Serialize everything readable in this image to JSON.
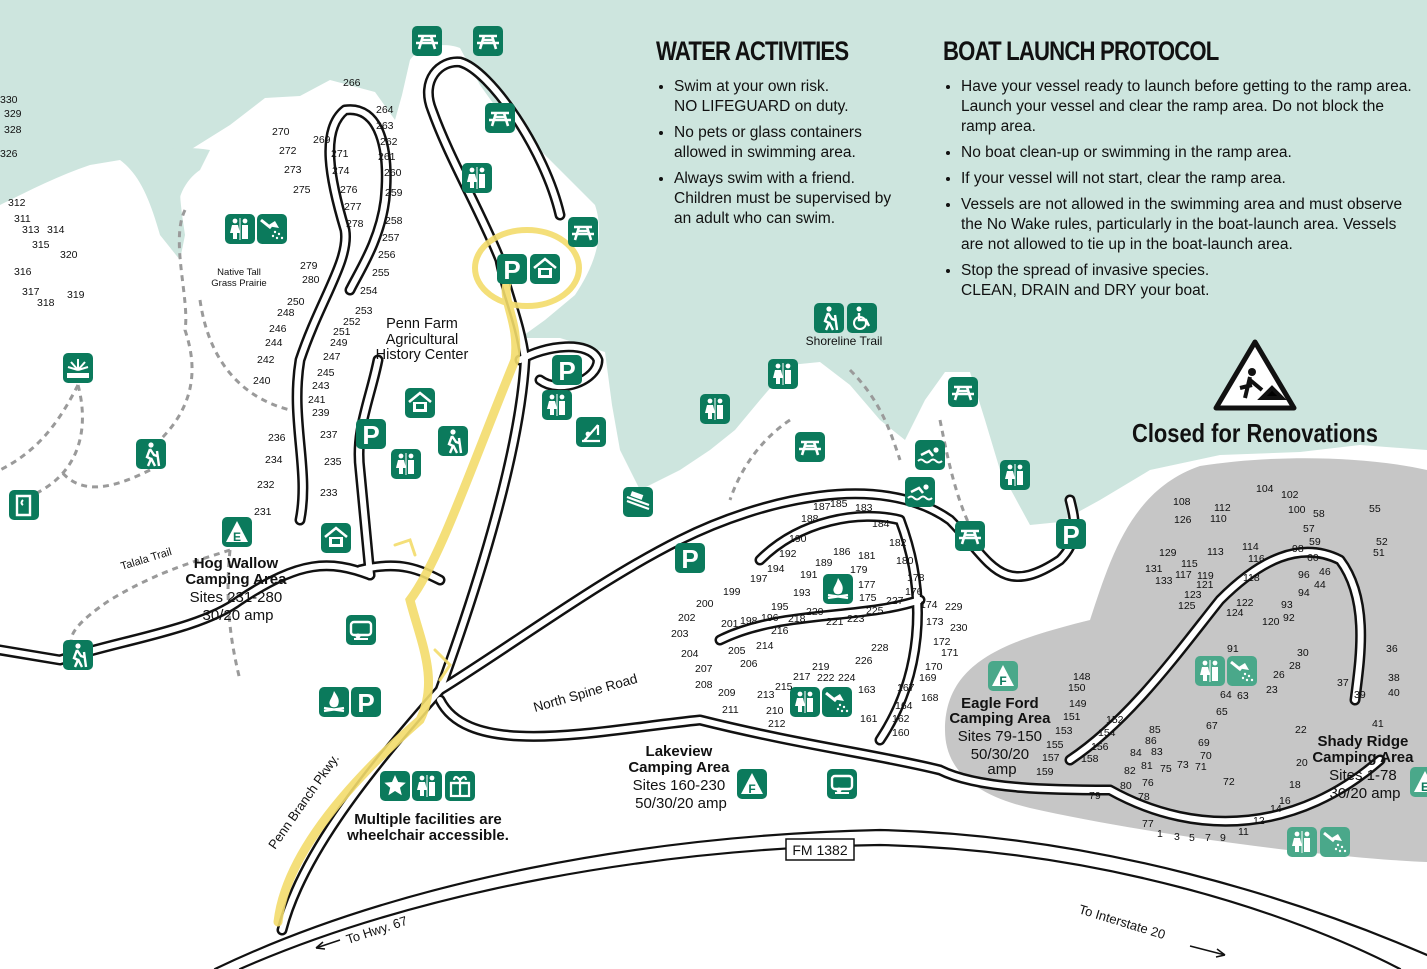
{
  "water_activities": {
    "title": "WATER ACTIVITIES",
    "items": [
      [
        "Swim at your own risk.",
        "NO LIFEGUARD on duty."
      ],
      [
        "No pets or glass containers",
        "allowed in swimming area."
      ],
      [
        "Always swim with a friend.",
        "Children must be supervised by",
        "an adult who can swim."
      ]
    ]
  },
  "boat_launch": {
    "title": "BOAT LAUNCH PROTOCOL",
    "items": [
      "Have your vessel ready to launch before getting to the ramp area.  Launch your vessel and clear the ramp area. Do not block the ramp area.",
      "No boat clean-up or swimming in the ramp area.",
      "If your vessel will not start, clear the ramp area.",
      "Vessels are not allowed in the swimming area and must observe the No Wake rules, particularly in the boat-launch area.  Vessels are not allowed to tie up in the boat-launch area.",
      [
        "Stop the spread of invasive species.",
        "CLEAN, DRAIN and DRY your boat."
      ]
    ]
  },
  "closed_notice": "Closed for Renovations",
  "labels": {
    "shoreline_trail": "Shoreline Trail",
    "prairie": [
      "Native Tall",
      "Grass Prairie"
    ],
    "penn_farm": [
      "Penn Farm",
      "Agricultural",
      "History Center"
    ],
    "talala_trail": "Talala Trail",
    "accessible": [
      "Multiple facilities are",
      "wheelchair accessible."
    ],
    "penn_branch": "Penn Branch Pkwy.",
    "north_spine": "North Spine Road",
    "fm1382": "FM 1382",
    "to_hwy67": "To Hwy. 67",
    "to_i20": "To Interstate 20"
  },
  "camping_areas": {
    "hog_wallow": [
      "Hog Wallow",
      "Camping Area",
      "Sites 231-280",
      "30/20 amp"
    ],
    "lakeview": [
      "Lakeview",
      "Camping Area",
      "Sites 160-230",
      "50/30/20 amp"
    ],
    "eagle_ford": [
      "Eagle Ford",
      "Camping Area",
      "Sites 79-150",
      "50/30/20",
      "amp"
    ],
    "shady_ridge": [
      "Shady Ridge",
      "Camping Area",
      "Sites 1-78",
      "30/20 amp"
    ]
  },
  "sites": {
    "west": [
      "330",
      "329",
      "328",
      "326",
      "312",
      "311",
      "313",
      "314",
      "315",
      "320",
      "316",
      "317",
      "318",
      "319"
    ],
    "hog_wallow": [
      "266",
      "264",
      "263",
      "262",
      "261",
      "260",
      "259",
      "258",
      "257",
      "256",
      "255",
      "254",
      "253",
      "252",
      "251",
      "249",
      "247",
      "245",
      "243",
      "241",
      "239",
      "237",
      "235",
      "233",
      "270",
      "272",
      "273",
      "275",
      "269",
      "271",
      "274",
      "276",
      "277",
      "278",
      "279",
      "280",
      "250",
      "248",
      "246",
      "244",
      "242",
      "240",
      "236",
      "234",
      "232",
      "231"
    ],
    "lakeview": [
      "188",
      "187",
      "185",
      "183",
      "184",
      "182",
      "181",
      "180",
      "179",
      "178",
      "177",
      "176",
      "175",
      "174",
      "229",
      "173",
      "230",
      "172",
      "171",
      "170",
      "169",
      "168",
      "167",
      "164",
      "162",
      "160",
      "161",
      "163",
      "190",
      "192",
      "194",
      "197",
      "199",
      "200",
      "202",
      "203",
      "204",
      "207",
      "208",
      "209",
      "211",
      "210",
      "212",
      "213",
      "215",
      "217",
      "219",
      "222",
      "224",
      "226",
      "228",
      "201",
      "198",
      "196",
      "195",
      "193",
      "191",
      "189",
      "186",
      "205",
      "206",
      "214",
      "216",
      "218",
      "220",
      "221",
      "223",
      "225",
      "227"
    ],
    "east": [
      "104",
      "102",
      "100",
      "108",
      "112",
      "110",
      "126",
      "98",
      "96",
      "94",
      "93",
      "92",
      "120",
      "124",
      "122",
      "118",
      "116",
      "114",
      "113",
      "115",
      "117",
      "119",
      "121",
      "123",
      "125",
      "129",
      "131",
      "133",
      "91",
      "55",
      "58",
      "57",
      "59",
      "60",
      "52",
      "51",
      "46",
      "44",
      "30",
      "28",
      "26",
      "23",
      "22",
      "20",
      "18",
      "16",
      "14",
      "12",
      "11",
      "9",
      "7",
      "5",
      "3",
      "1",
      "77",
      "78",
      "79",
      "80",
      "82",
      "81",
      "84",
      "83",
      "86",
      "85",
      "64",
      "63",
      "65",
      "67",
      "69",
      "70",
      "71",
      "73",
      "75",
      "76",
      "72",
      "148",
      "150",
      "149",
      "151",
      "153",
      "155",
      "157",
      "159",
      "152",
      "154",
      "156",
      "158",
      "36",
      "38",
      "40",
      "41",
      "37",
      "39"
    ]
  },
  "icons": {
    "parking": "P",
    "camping_e": "E",
    "camping_f": "F"
  },
  "colors": {
    "water": "#cde5de",
    "icon_green": "#0b7a5c",
    "highlight": "#f3dc6b",
    "renovation_area": "#c6c6c6"
  }
}
